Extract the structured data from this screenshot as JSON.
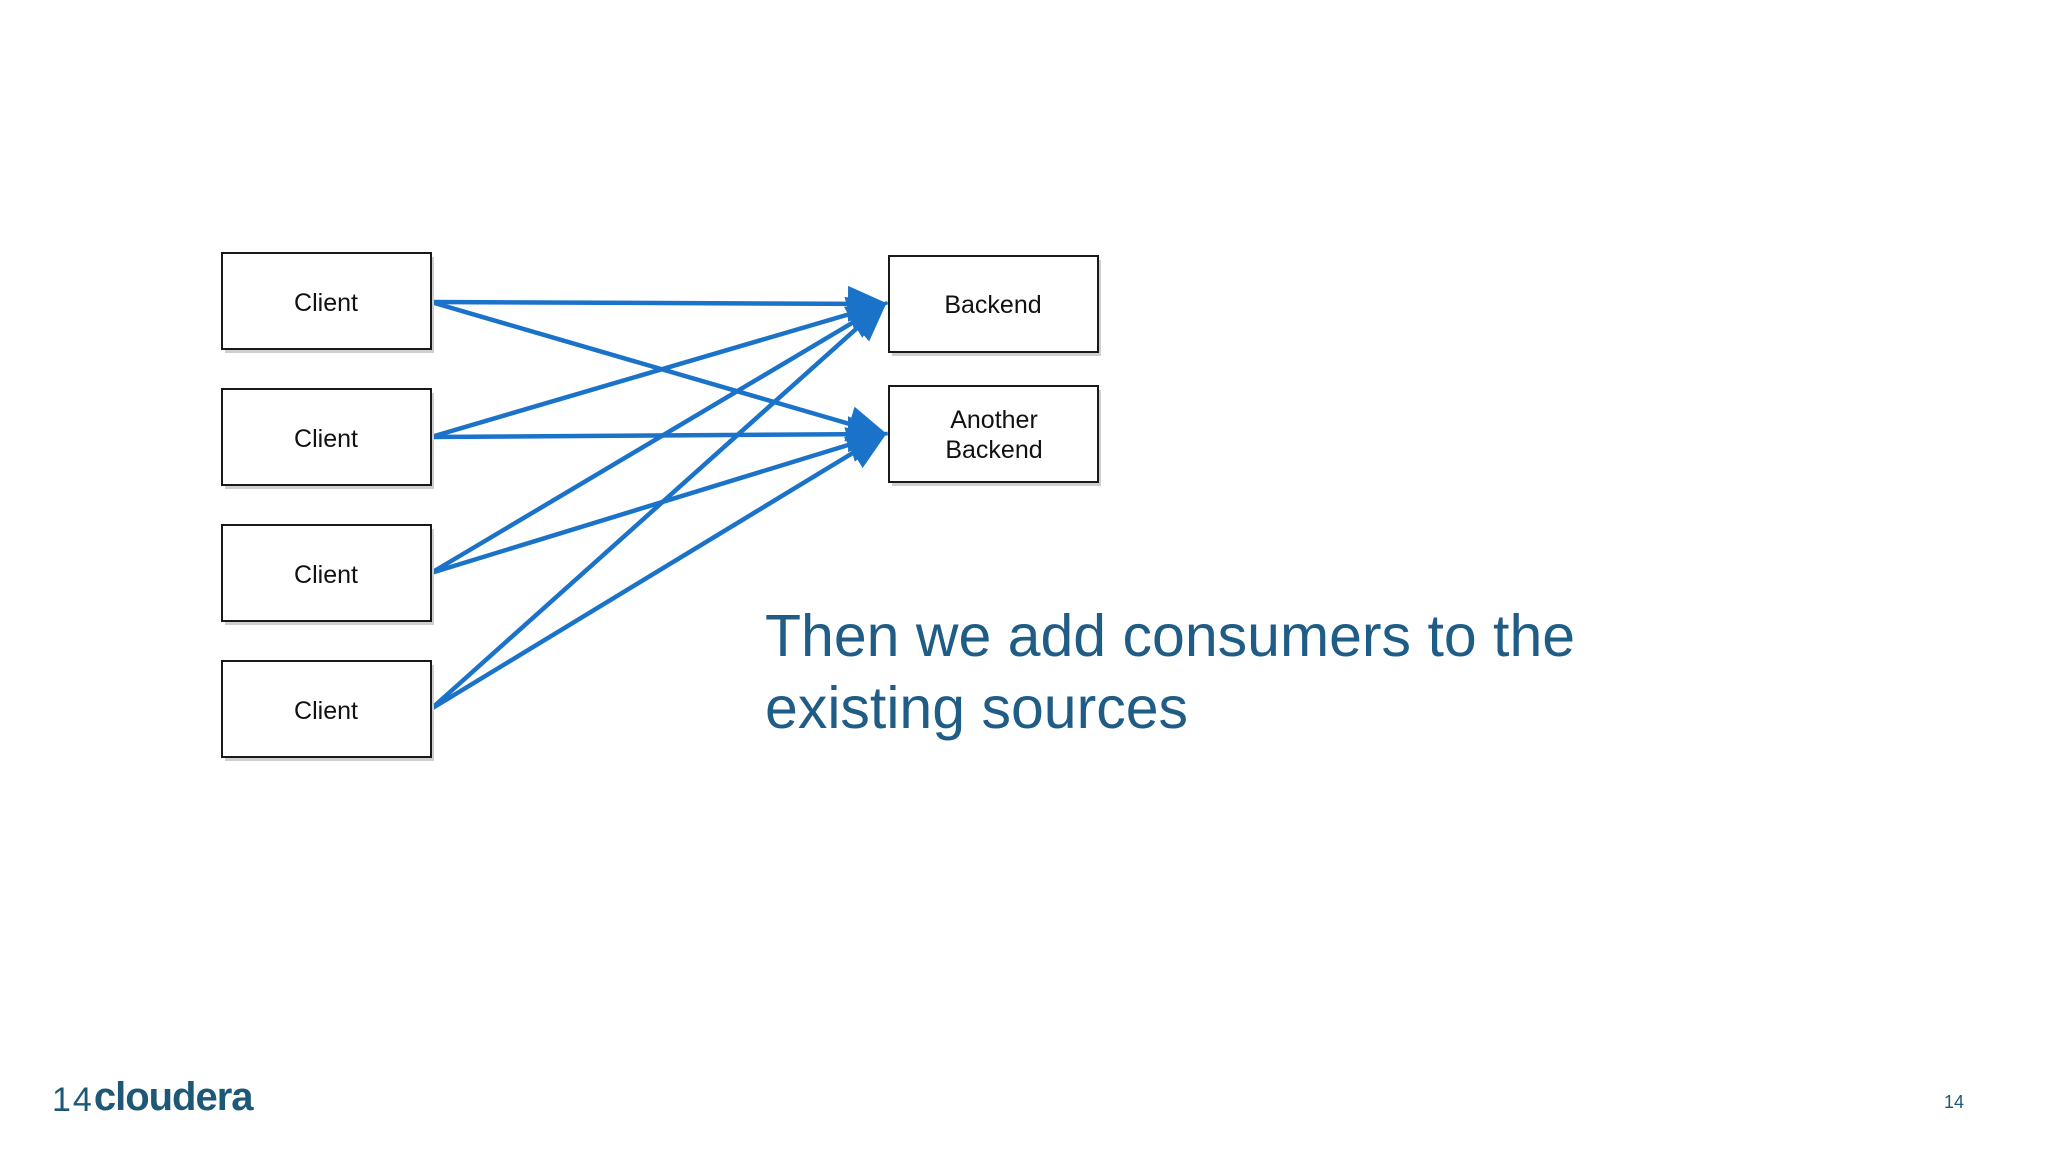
{
  "nodes": {
    "clients": [
      {
        "label": "Client"
      },
      {
        "label": "Client"
      },
      {
        "label": "Client"
      },
      {
        "label": "Client"
      }
    ],
    "backend": {
      "label": "Backend"
    },
    "another_backend": {
      "line1": "Another",
      "line2": "Backend"
    }
  },
  "caption": {
    "line1": "Then we add consumers to the",
    "line2": "existing sources"
  },
  "footer": {
    "slide_number_logo": "14",
    "brand": "cloudera",
    "page_number": "14"
  },
  "colors": {
    "arrow": "#1b72c9",
    "caption": "#1f5c86",
    "brand": "#1e5877"
  }
}
